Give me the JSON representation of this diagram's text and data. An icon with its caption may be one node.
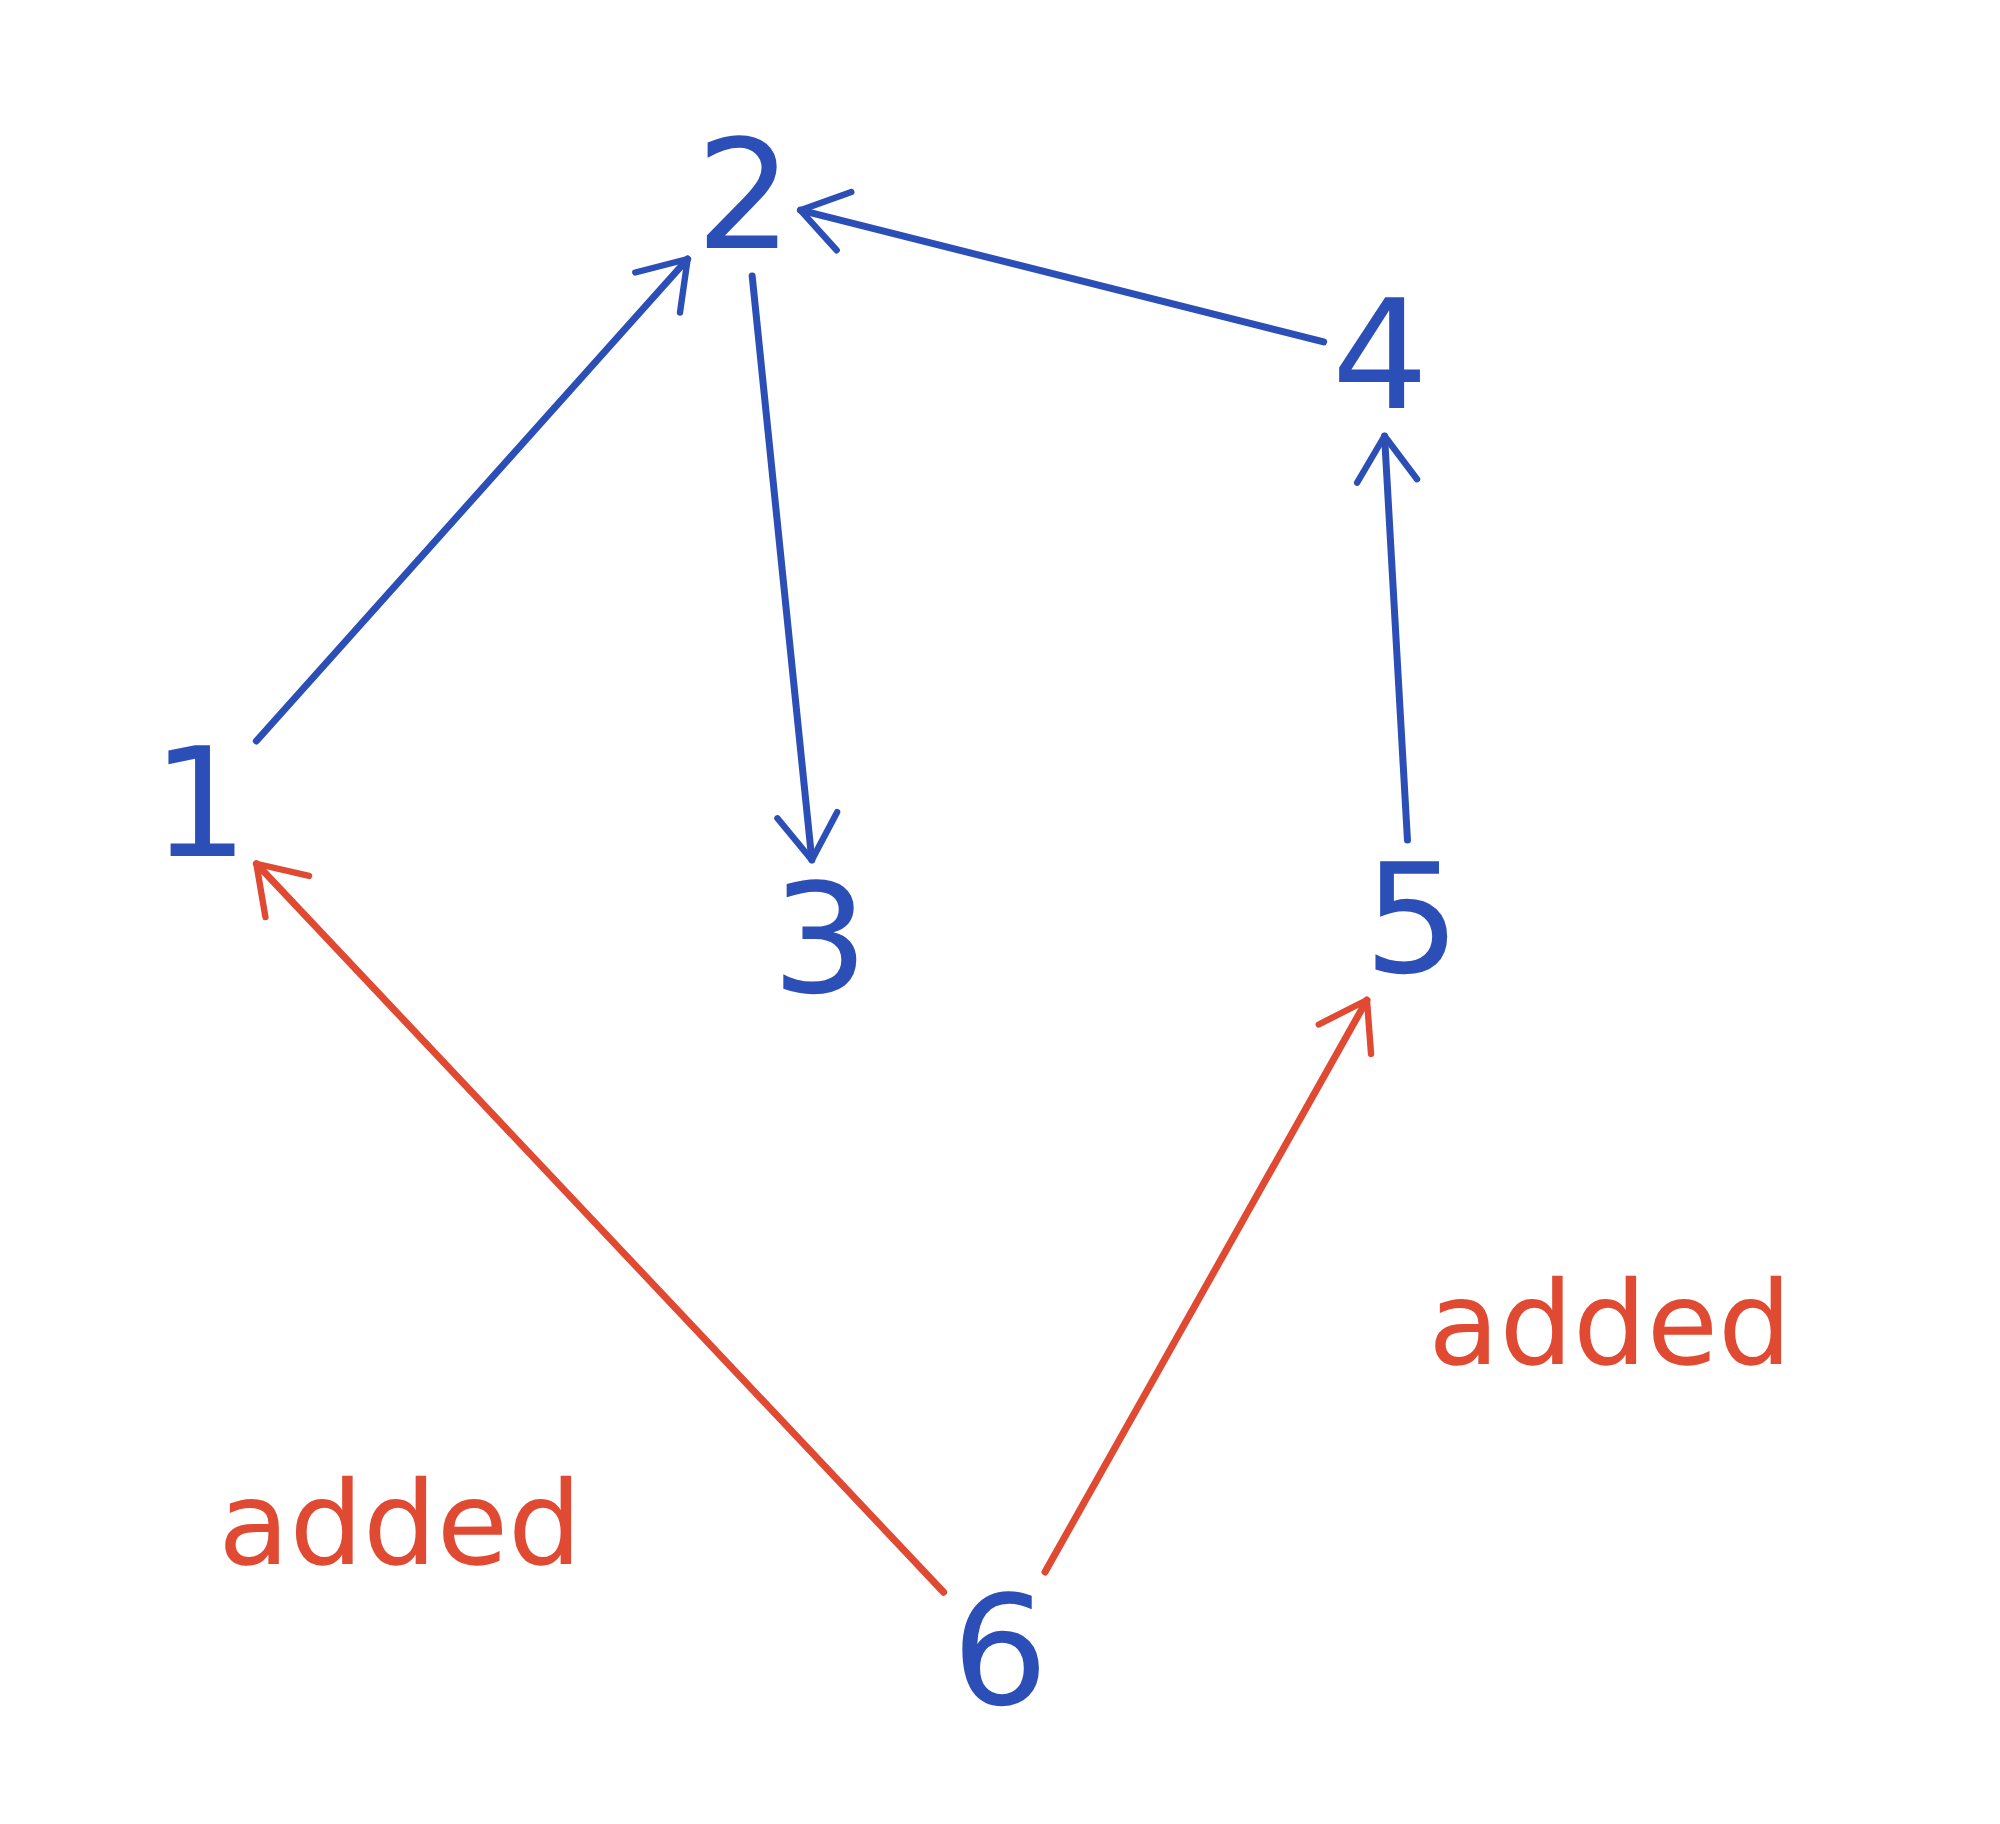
{
  "diagram": {
    "nodes": [
      {
        "text": [
          "1"
        ]
      },
      {
        "text": [
          "2"
        ]
      },
      {
        "text": [
          "3"
        ]
      },
      {
        "text": [
          "4"
        ]
      },
      {
        "text": [
          "5"
        ]
      },
      {
        "text": [
          "6"
        ]
      }
    ],
    "edges": [
      {
        "from": 0,
        "to": 1,
        "arrow": "to"
      },
      {
        "from": 1,
        "to": 2,
        "arrow": "to"
      },
      {
        "from": 3,
        "to": 1,
        "arrow": "to"
      },
      {
        "from": 4,
        "to": 3,
        "arrow": "to"
      },
      {
        "from": 5,
        "to": 0,
        "arrow": "to",
        "label": "added",
        "color": "#e04a32"
      },
      {
        "from": 5,
        "to": 4,
        "arrow": "to",
        "label": "added",
        "color": "#e04a32"
      }
    ]
  }
}
